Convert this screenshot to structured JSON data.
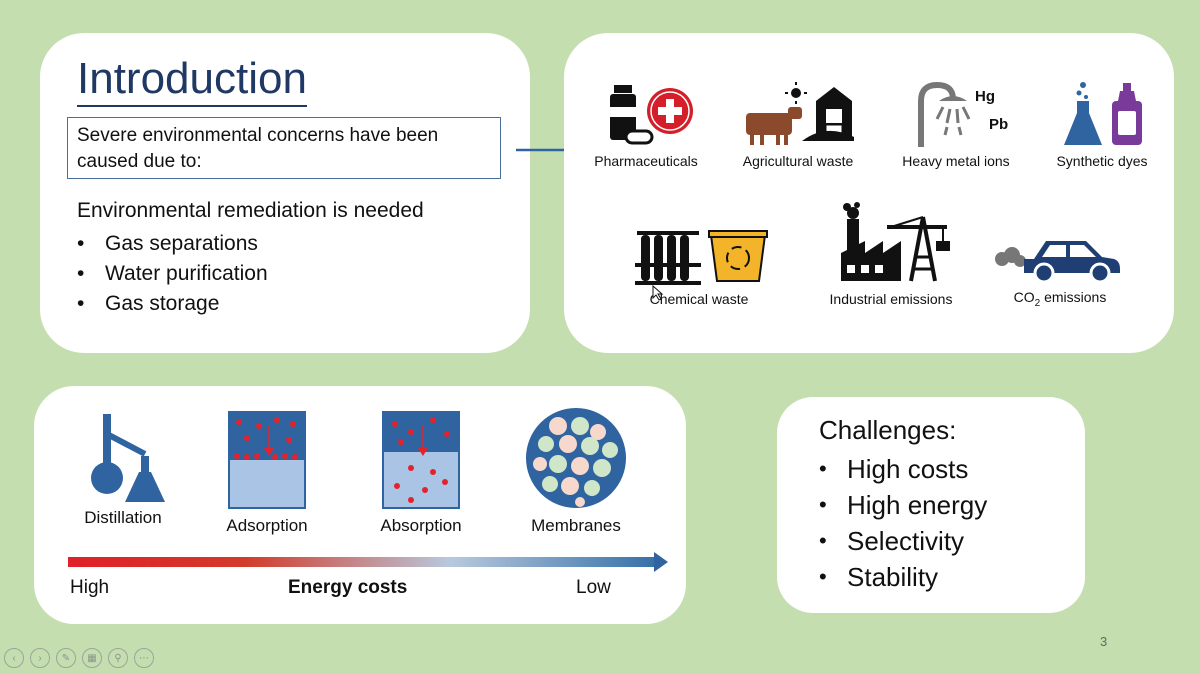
{
  "intro": {
    "title": "Introduction",
    "cause_text": "Severe environmental concerns have been caused due to:",
    "remediation_heading": "Environmental remediation is needed",
    "remediation_items": [
      "Gas separations",
      "Water purification",
      "Gas storage"
    ]
  },
  "pollutants": {
    "labels": {
      "pharmaceuticals": "Pharmaceuticals",
      "agricultural": "Agricultural waste",
      "heavy_metal": "Heavy metal ions",
      "dyes": "Synthetic dyes",
      "chemical": "Chemical waste",
      "industrial": "Industrial emissions",
      "co2_prefix": "CO",
      "co2_sub": "2",
      "co2_suffix": " emissions"
    },
    "hg_label": "Hg",
    "pb_label": "Pb"
  },
  "methods": {
    "labels": {
      "distillation": "Distillation",
      "adsorption": "Adsorption",
      "absorption": "Absorption",
      "membranes": "Membranes"
    },
    "energy_high": "High",
    "energy_title": "Energy costs",
    "energy_low": "Low"
  },
  "challenges": {
    "heading": "Challenges:",
    "items": [
      "High costs",
      "High energy",
      "Selectivity",
      "Stability"
    ]
  },
  "slide_number": "3",
  "colors": {
    "background": "#c5deb0",
    "title_blue": "#1f3864",
    "icon_blue": "#2f64a0",
    "dye_purple": "#7a3a9a",
    "pharma_red": "#d41f2a"
  },
  "nav_icons": [
    "previous-icon",
    "next-icon",
    "pen-icon",
    "grid-icon",
    "zoom-icon",
    "more-icon"
  ]
}
